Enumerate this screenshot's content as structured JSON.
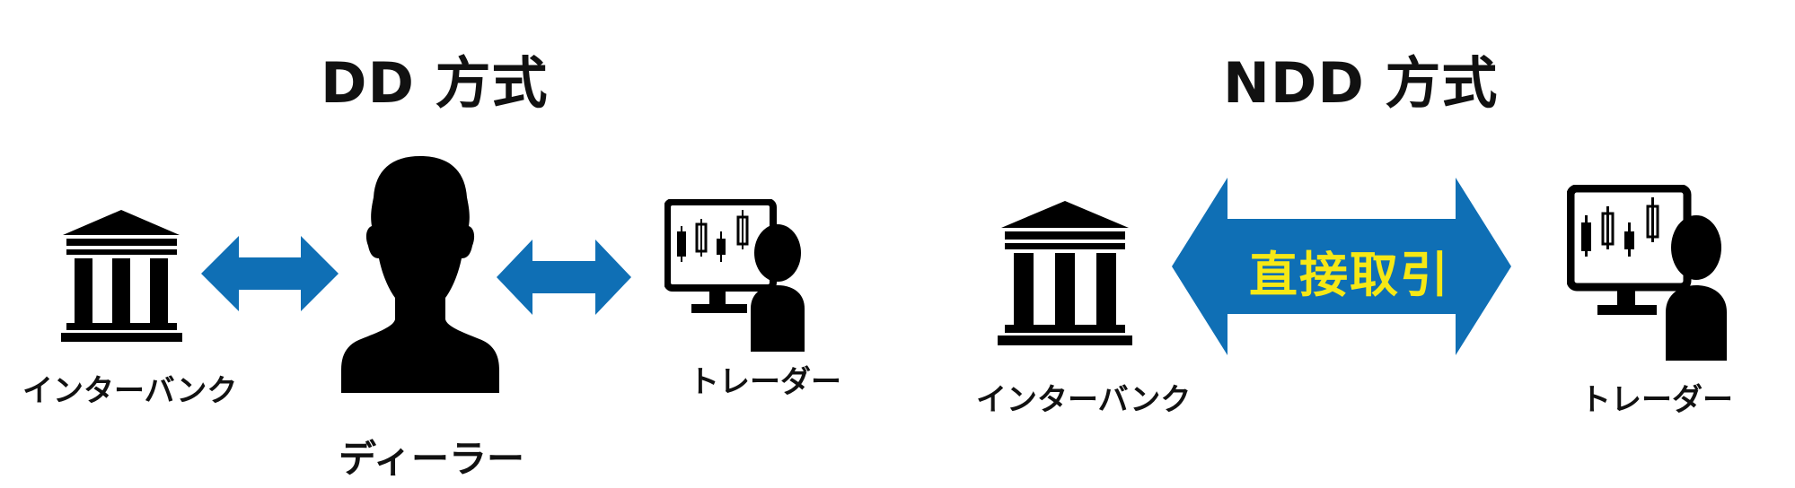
{
  "colors": {
    "arrow": "#0f6fb5",
    "arrow_text": "#f6e815",
    "icon": "#000000"
  },
  "dd": {
    "title": "DD 方式",
    "interbank_label": "インターバンク",
    "dealer_label": "ディーラー",
    "trader_label": "トレーダー",
    "icons": [
      "bank-icon",
      "person-silhouette-icon",
      "trader-monitor-icon"
    ]
  },
  "ndd": {
    "title": "NDD 方式",
    "interbank_label": "インターバンク",
    "trader_label": "トレーダー",
    "arrow_label": "直接取引",
    "icons": [
      "bank-icon",
      "trader-monitor-icon"
    ]
  }
}
